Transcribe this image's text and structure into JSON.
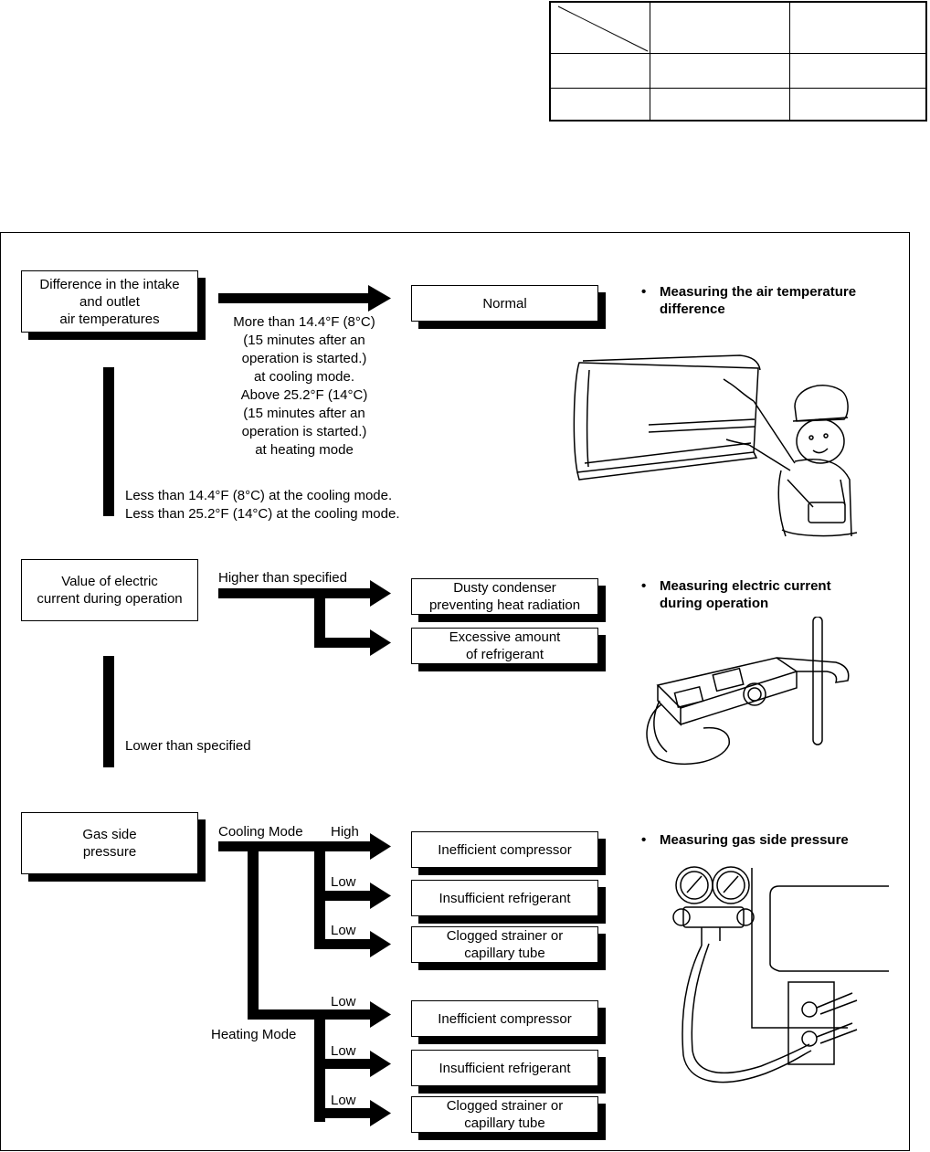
{
  "top_table": {
    "rows": 3,
    "cols": 3,
    "cells": []
  },
  "section1": {
    "source_box": "Difference in the intake\nand outlet\nair temperatures",
    "pass_condition": "More than 14.4°F (8°C)\n(15 minutes after an\noperation is started.)\nat cooling mode.\nAbove 25.2°F (14°C)\n(15 minutes after an\noperation is started.)\nat heating mode",
    "result_box": "Normal",
    "fail_condition": "Less than 14.4°F (8°C) at the cooling mode.\nLess than 25.2°F (14°C) at the cooling mode.",
    "bullet": "Measuring the air temperature\ndifference"
  },
  "section2": {
    "source_box": "Value of electric\ncurrent during operation",
    "higher_label": "Higher than specified",
    "result1": "Dusty condenser\npreventing heat radiation",
    "result2": "Excessive amount\nof refrigerant",
    "lower_label": "Lower than specified",
    "bullet": "Measuring electric current\nduring operation"
  },
  "section3": {
    "source_box": "Gas side\npressure",
    "cooling_label": "Cooling Mode",
    "heating_label": "Heating Mode",
    "cooling_branches": [
      {
        "level": "High",
        "result": "Inefficient compressor"
      },
      {
        "level": "Low",
        "result": "Insufficient refrigerant"
      },
      {
        "level": "Low",
        "result": "Clogged strainer or\ncapillary tube"
      }
    ],
    "heating_branches": [
      {
        "level": "Low",
        "result": "Inefficient compressor"
      },
      {
        "level": "Low",
        "result": "Insufficient refrigerant"
      },
      {
        "level": "Low",
        "result": "Clogged strainer or\ncapillary tube"
      }
    ],
    "bullet": "Measuring gas side pressure"
  },
  "bullet_symbol": "•"
}
